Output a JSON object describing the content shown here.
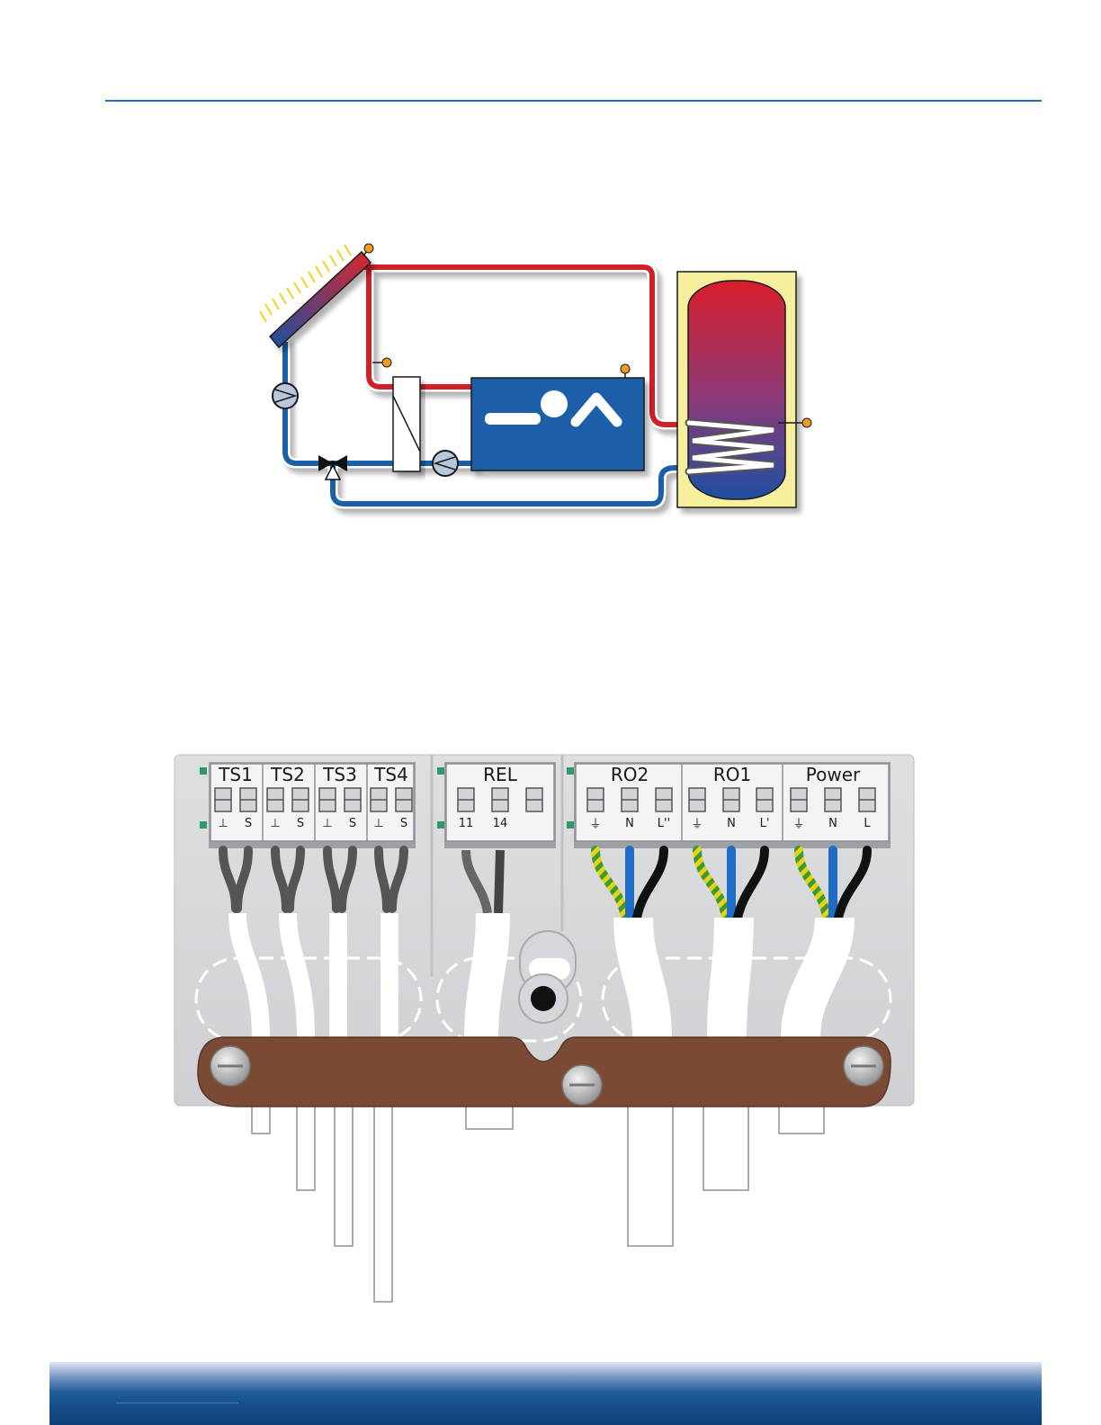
{
  "wiring": {
    "blocks": [
      {
        "labels": [
          "TS1",
          "TS2",
          "TS3",
          "TS4"
        ],
        "pins": [
          "⊥",
          "S",
          "⊥",
          "S",
          "⊥",
          "S",
          "⊥",
          "S"
        ]
      },
      {
        "labels": [
          "REL"
        ],
        "pins": [
          "11",
          "14",
          ""
        ]
      },
      {
        "labels": [
          "RO2",
          "RO1",
          "Power"
        ],
        "pins": [
          "⏚",
          "N",
          "L''",
          "⏚",
          "N",
          "L'",
          "⏚",
          "N",
          "L"
        ]
      }
    ]
  },
  "colors": {
    "hot_pipe": "#d0202a",
    "cold_pipe": "#1b5fa8",
    "tank_panel": "#f6ef9e",
    "sensor": "#f29c1f",
    "clamp": "#7a4a35",
    "rule": "#2a6fb6"
  },
  "icons": [
    "solar-collector-icon",
    "pump-icon",
    "heat-exchanger-icon",
    "three-way-valve-icon",
    "pool-icon",
    "storage-tank-icon",
    "temperature-sensor-icon",
    "screw-icon"
  ]
}
